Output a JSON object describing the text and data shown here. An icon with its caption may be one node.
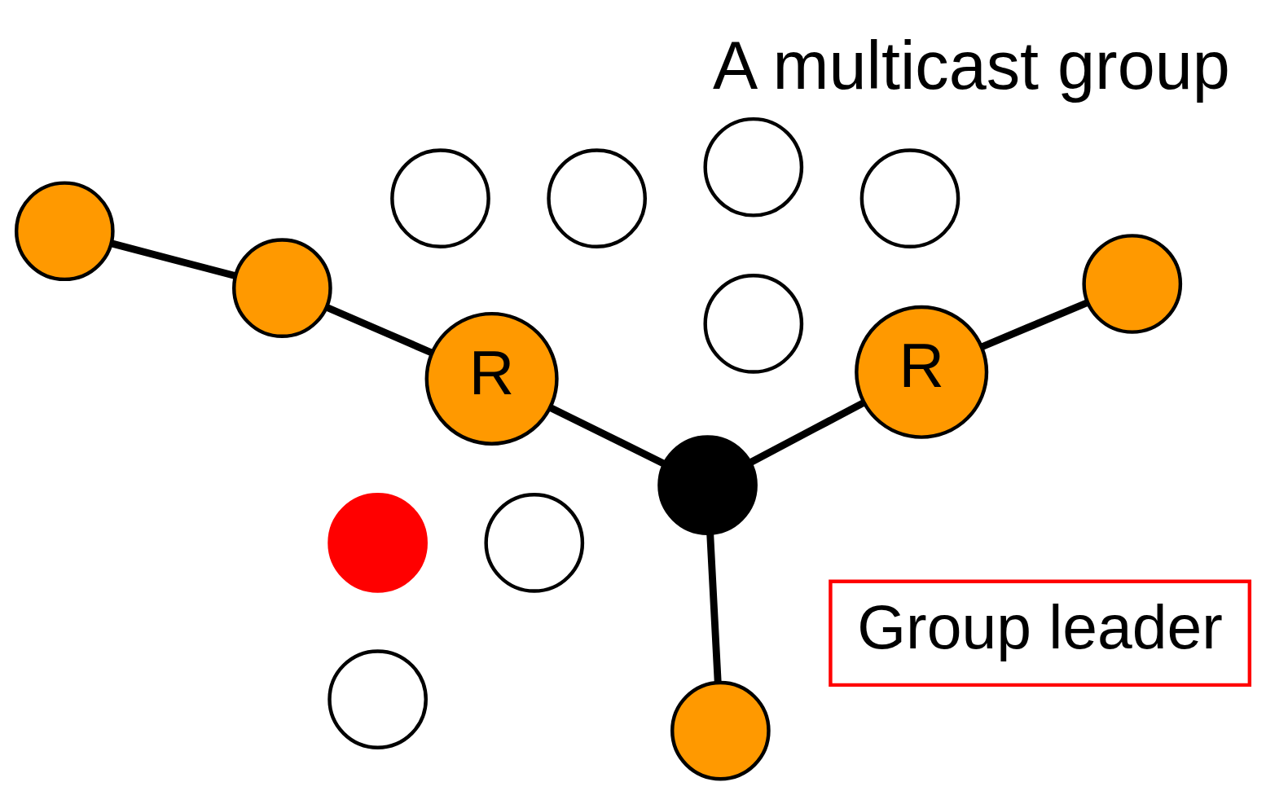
{
  "diagram": {
    "title": "A multicast group",
    "nodes": [
      {
        "text": [
          "Group leader"
        ]
      },
      {
        "text": [],
        "shape": "circle"
      },
      {
        "text": [],
        "shape": "circle"
      },
      {
        "text": [
          "R"
        ]
      },
      {
        "text": [],
        "shape": "circle"
      },
      {
        "text": [],
        "shape": "circle"
      },
      {
        "text": [],
        "shape": "circle"
      },
      {
        "text": [
          "R"
        ]
      },
      {
        "text": [],
        "shape": "circle"
      },
      {
        "text": [],
        "shape": "circle"
      },
      {
        "text": [],
        "shape": "circle"
      },
      {
        "text": [],
        "shape": "circle"
      },
      {
        "text": [],
        "shape": "circle"
      },
      {
        "text": [],
        "shape": "circle"
      },
      {
        "text": [],
        "shape": "circle"
      },
      {
        "text": [],
        "shape": "circle"
      }
    ],
    "edges": [
      {
        "from": 1,
        "to": 2,
        "arrow": "none"
      },
      {
        "from": 2,
        "to": 3,
        "arrow": "none"
      },
      {
        "from": 3,
        "to": 5,
        "arrow": "none"
      },
      {
        "from": 2,
        "to": 7,
        "arrow": "none"
      },
      {
        "from": 7,
        "to": 10,
        "arrow": "none"
      },
      {
        "from": 10,
        "to": 14,
        "arrow": "none"
      }
    ]
  }
}
